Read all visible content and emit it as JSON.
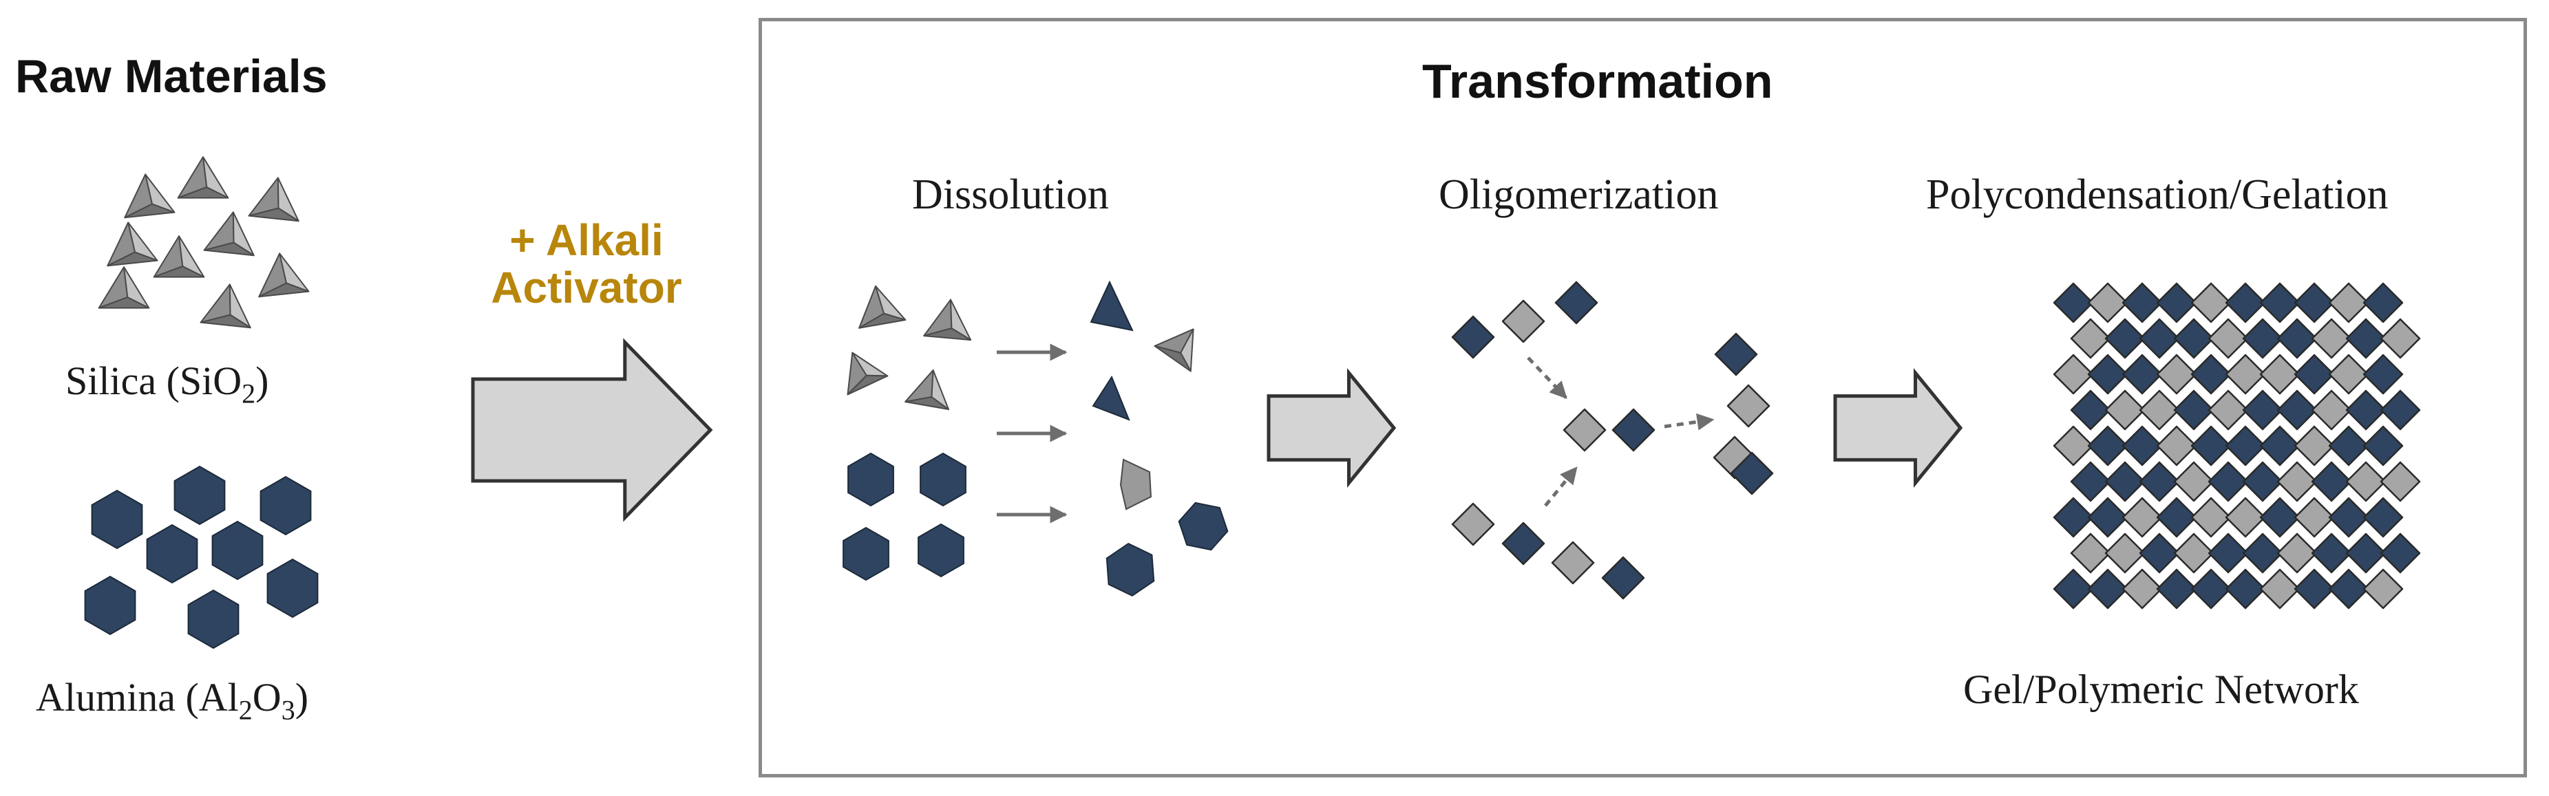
{
  "raw_materials": {
    "title": "Raw Materials",
    "silica": {
      "name": "Silica (SiO",
      "sub": "2",
      "close": ")"
    },
    "alumina": {
      "name": "Alumina (Al",
      "sub1": "2",
      "mid": "O",
      "sub2": "3",
      "close": ")"
    }
  },
  "activator": {
    "line1": "+ Alkali",
    "line2": "Activator"
  },
  "transformation": {
    "title": "Transformation",
    "stages": [
      {
        "label": "Dissolution"
      },
      {
        "label": "Oligomerization"
      },
      {
        "label": "Polycondensation/Gelation"
      }
    ],
    "result_label": "Gel/Polymeric Network"
  },
  "colors": {
    "navy": "#2e4460",
    "silica_gray": "#a6a6a6",
    "arrow_fill": "#d4d4d4",
    "arrow_stroke": "#333333",
    "activator_text": "#b8860b",
    "frame": "#8a8a8a"
  }
}
